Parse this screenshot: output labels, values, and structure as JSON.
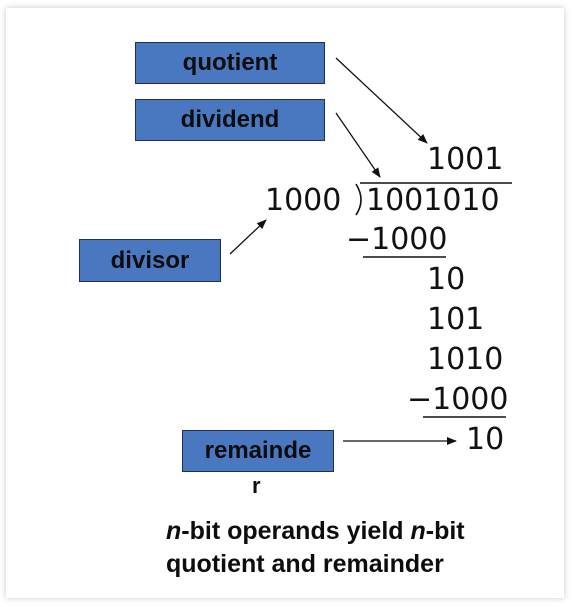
{
  "labels": {
    "quotient": "quotient",
    "dividend": "dividend",
    "divisor": "divisor",
    "remainder_box": "remainde",
    "remainder_tail": "r"
  },
  "division": {
    "quotient": "1001",
    "divisor": "1000",
    "dividend": "1001010",
    "subtract_1": "−1000",
    "step_1": "10",
    "step_2": "101",
    "step_3": "1010",
    "subtract_2": "−1000",
    "remainder": "10"
  },
  "caption": {
    "line1_italic_n1": "n",
    "line1_mid": "-bit operands yield ",
    "line1_italic_n2": "n",
    "line1_end": "-bit",
    "line2": "quotient and remainder"
  },
  "colors": {
    "box_fill": "#4a78c0",
    "box_border": "#1f2f4f",
    "text": "#111111"
  }
}
